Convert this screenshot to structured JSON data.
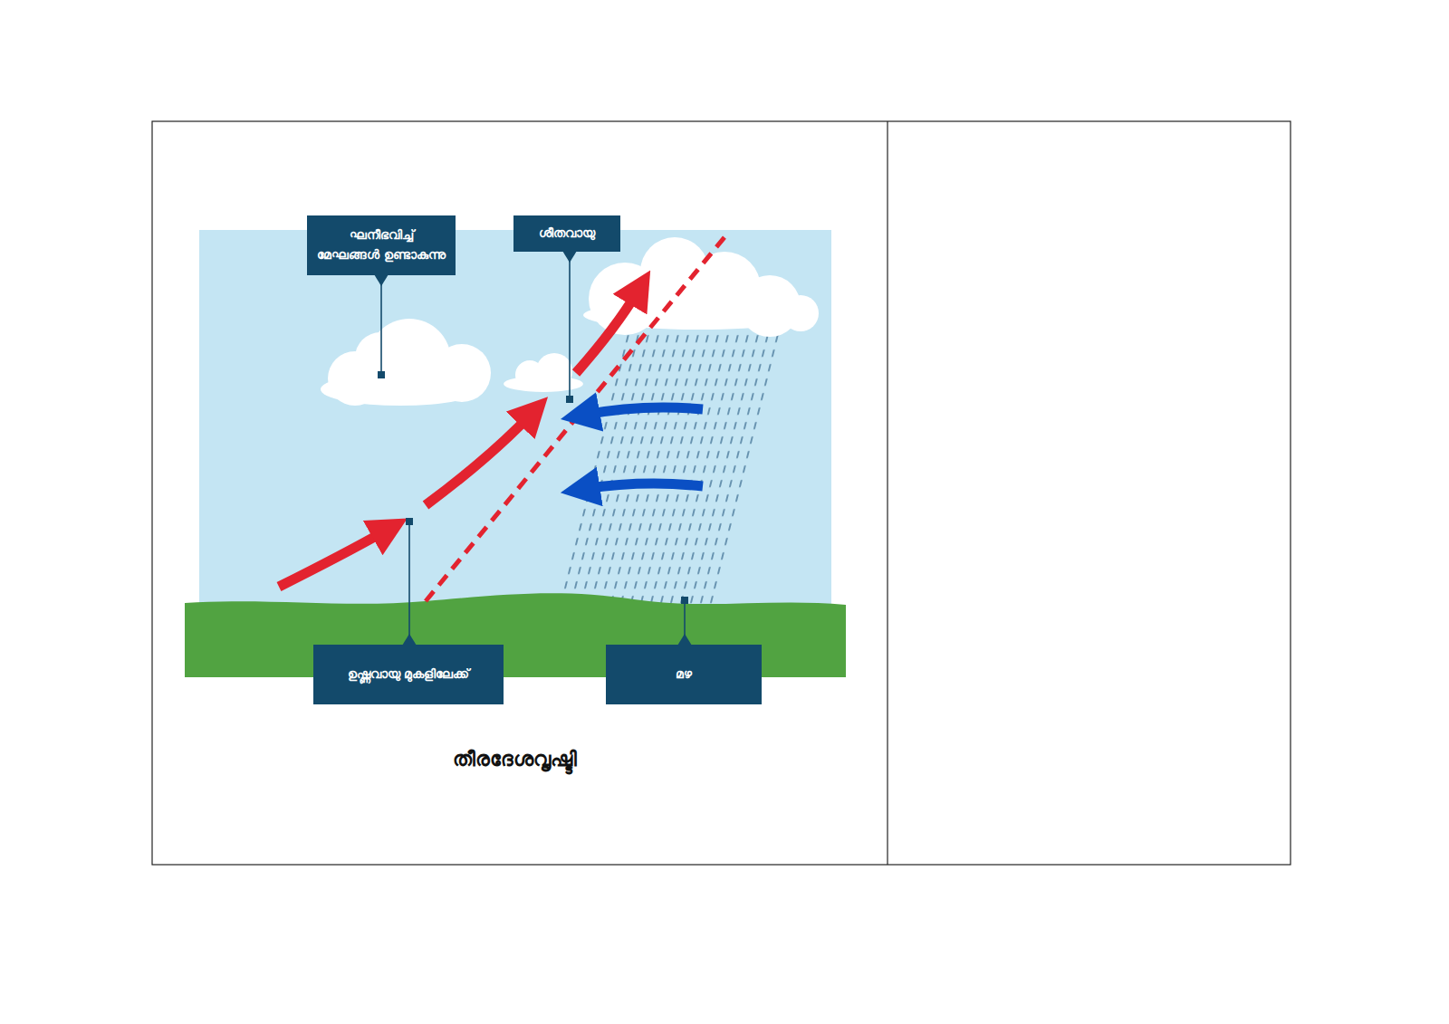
{
  "diagram": {
    "caption": "തീരദേശവൃഷ്ടി",
    "nodes": [
      {
        "text": [
          "ഘനീഭവിച്ച് മേഘങ്ങൾ ഉണ്ടാകുന്നു"
        ]
      },
      {
        "text": [
          "ശീതവായു"
        ]
      },
      {
        "text": [
          "ഉഷ്ണവായു മുകളിലേക്ക്"
        ]
      },
      {
        "text": [
          "മഴ"
        ]
      }
    ]
  }
}
